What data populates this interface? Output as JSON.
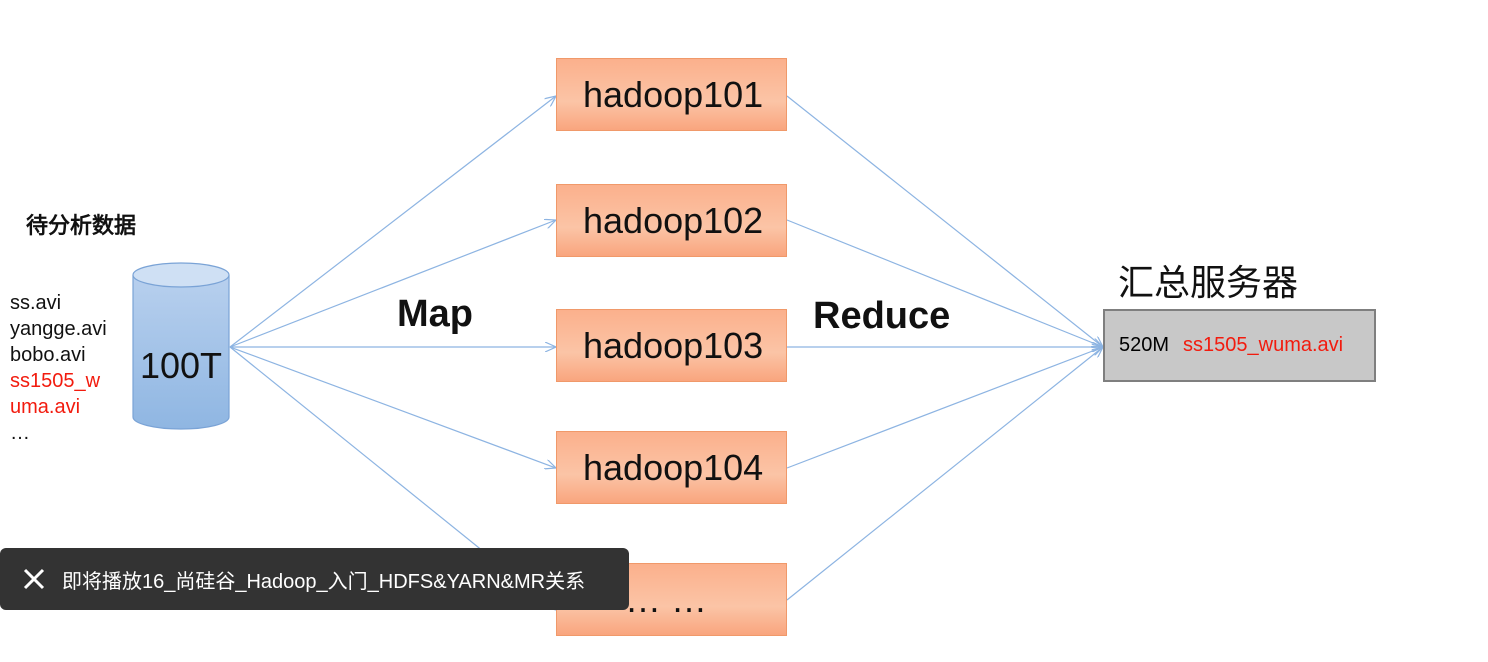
{
  "left": {
    "heading": "待分析数据",
    "files": [
      "ss.avi",
      "yangge.avi",
      "bobo.avi"
    ],
    "highlight_file_line1": "ss1505_w",
    "highlight_file_line2": "uma.avi",
    "ellipsis": "…",
    "storage_label": "100T"
  },
  "phases": {
    "map": "Map",
    "reduce": "Reduce"
  },
  "nodes": [
    "hadoop101",
    "hadoop102",
    "hadoop103",
    "hadoop104",
    "… …"
  ],
  "server": {
    "title": "汇总服务器",
    "size": "520M",
    "file": "ss1505_wuma.avi"
  },
  "toast": {
    "text": "即将播放16_尚硅谷_Hadoop_入门_HDFS&YARN&MR关系",
    "close_icon": "close-icon"
  },
  "colors": {
    "node_fill": "#fbb08c",
    "highlight": "#f21b0e",
    "line": "#8db4e2",
    "server_fill": "#c8c8c8"
  }
}
